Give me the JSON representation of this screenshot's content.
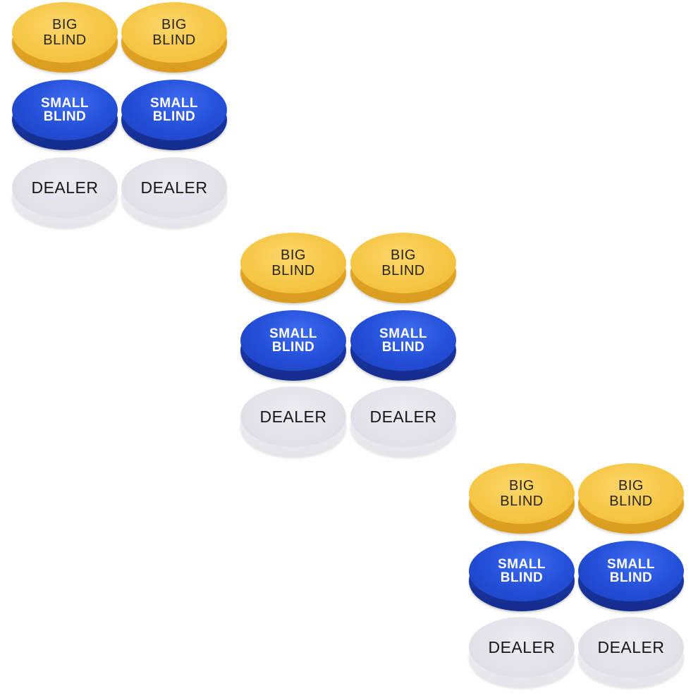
{
  "colors": {
    "big_blind": "#f6c746",
    "small_blind": "#2450d9",
    "dealer": "#e6e5ec",
    "background": "#ffffff"
  },
  "sets": [
    {
      "buttons": [
        {
          "kind": "big",
          "lines": [
            "BIG",
            "BLIND"
          ]
        },
        {
          "kind": "big",
          "lines": [
            "BIG",
            "BLIND"
          ]
        },
        {
          "kind": "small",
          "lines": [
            "SMALL",
            "BLIND"
          ]
        },
        {
          "kind": "small",
          "lines": [
            "SMALL",
            "BLIND"
          ]
        },
        {
          "kind": "dealer",
          "lines": [
            "DEALER"
          ]
        },
        {
          "kind": "dealer",
          "lines": [
            "DEALER"
          ]
        }
      ]
    },
    {
      "buttons": [
        {
          "kind": "big",
          "lines": [
            "BIG",
            "BLIND"
          ]
        },
        {
          "kind": "big",
          "lines": [
            "BIG",
            "BLIND"
          ]
        },
        {
          "kind": "small",
          "lines": [
            "SMALL",
            "BLIND"
          ]
        },
        {
          "kind": "small",
          "lines": [
            "SMALL",
            "BLIND"
          ]
        },
        {
          "kind": "dealer",
          "lines": [
            "DEALER"
          ]
        },
        {
          "kind": "dealer",
          "lines": [
            "DEALER"
          ]
        }
      ]
    },
    {
      "buttons": [
        {
          "kind": "big",
          "lines": [
            "BIG",
            "BLIND"
          ]
        },
        {
          "kind": "big",
          "lines": [
            "BIG",
            "BLIND"
          ]
        },
        {
          "kind": "small",
          "lines": [
            "SMALL",
            "BLIND"
          ]
        },
        {
          "kind": "small",
          "lines": [
            "SMALL",
            "BLIND"
          ]
        },
        {
          "kind": "dealer",
          "lines": [
            "DEALER"
          ]
        },
        {
          "kind": "dealer",
          "lines": [
            "DEALER"
          ]
        }
      ]
    }
  ]
}
